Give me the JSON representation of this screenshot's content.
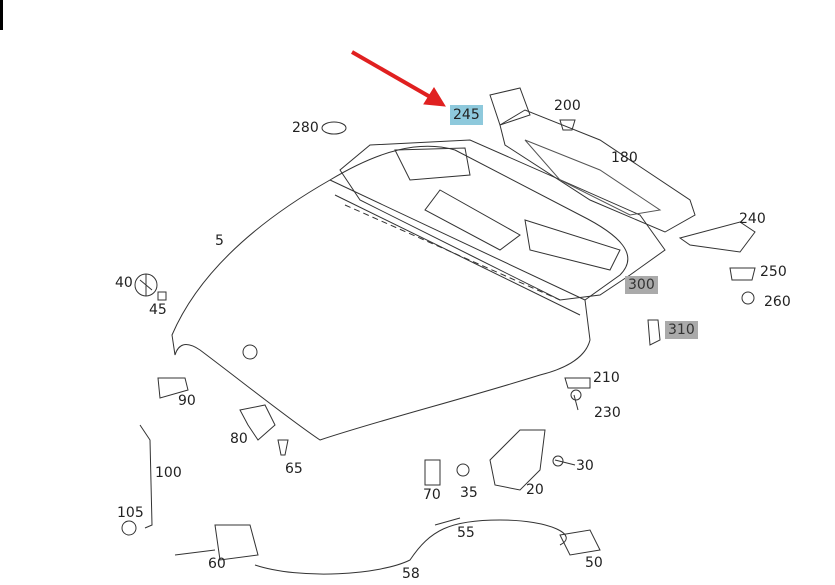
{
  "diagram": {
    "highlight_colors": {
      "selected": "#8ec9dc",
      "secondary": "#aaaaaa",
      "arrow": "#e02020"
    },
    "part_labels": {
      "p245": "245",
      "p200": "200",
      "p280": "280",
      "p180": "180",
      "p240": "240",
      "p5": "5",
      "p250": "250",
      "p300": "300",
      "p40": "40",
      "p260": "260",
      "p45": "45",
      "p310": "310",
      "p210": "210",
      "p90": "90",
      "p230": "230",
      "p80": "80",
      "p30": "30",
      "p100": "100",
      "p65": "65",
      "p70": "70",
      "p35": "35",
      "p20": "20",
      "p105": "105",
      "p55": "55",
      "p60": "60",
      "p50": "50",
      "p58": "58"
    }
  }
}
